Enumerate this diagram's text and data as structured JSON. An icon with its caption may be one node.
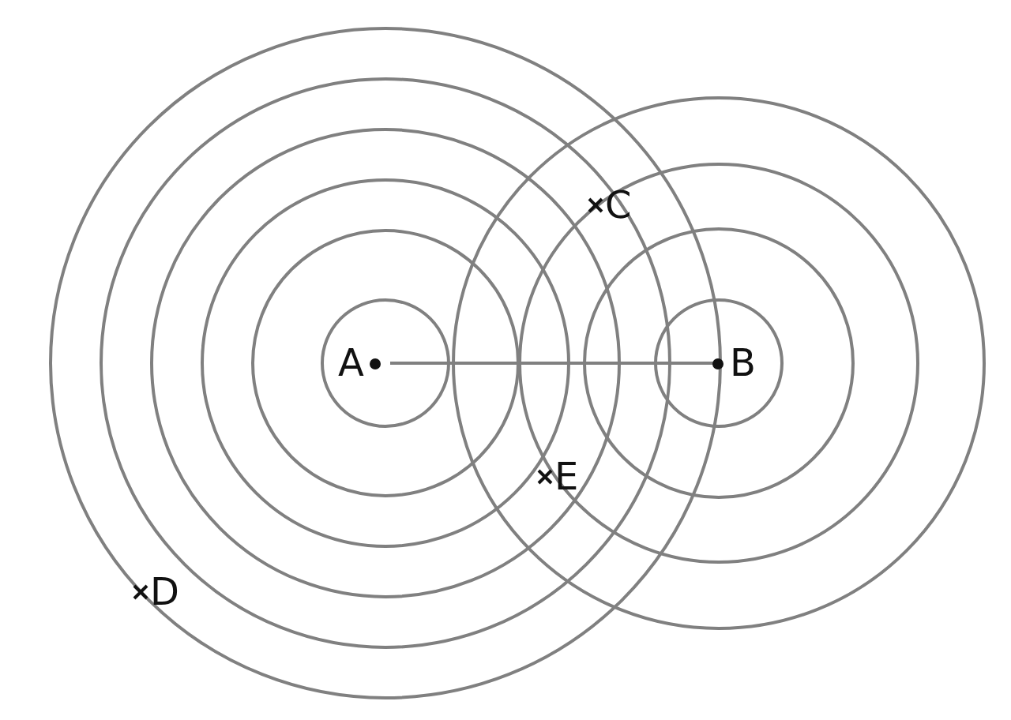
{
  "diagram": {
    "nodes": [
      {
        "text": [
          "A"
        ]
      },
      {
        "text": [
          "B"
        ]
      }
    ],
    "edges": [
      {
        "from": 0,
        "to": 1,
        "arrow": "none"
      }
    ],
    "labels": [
      "C",
      "D",
      "E"
    ]
  }
}
